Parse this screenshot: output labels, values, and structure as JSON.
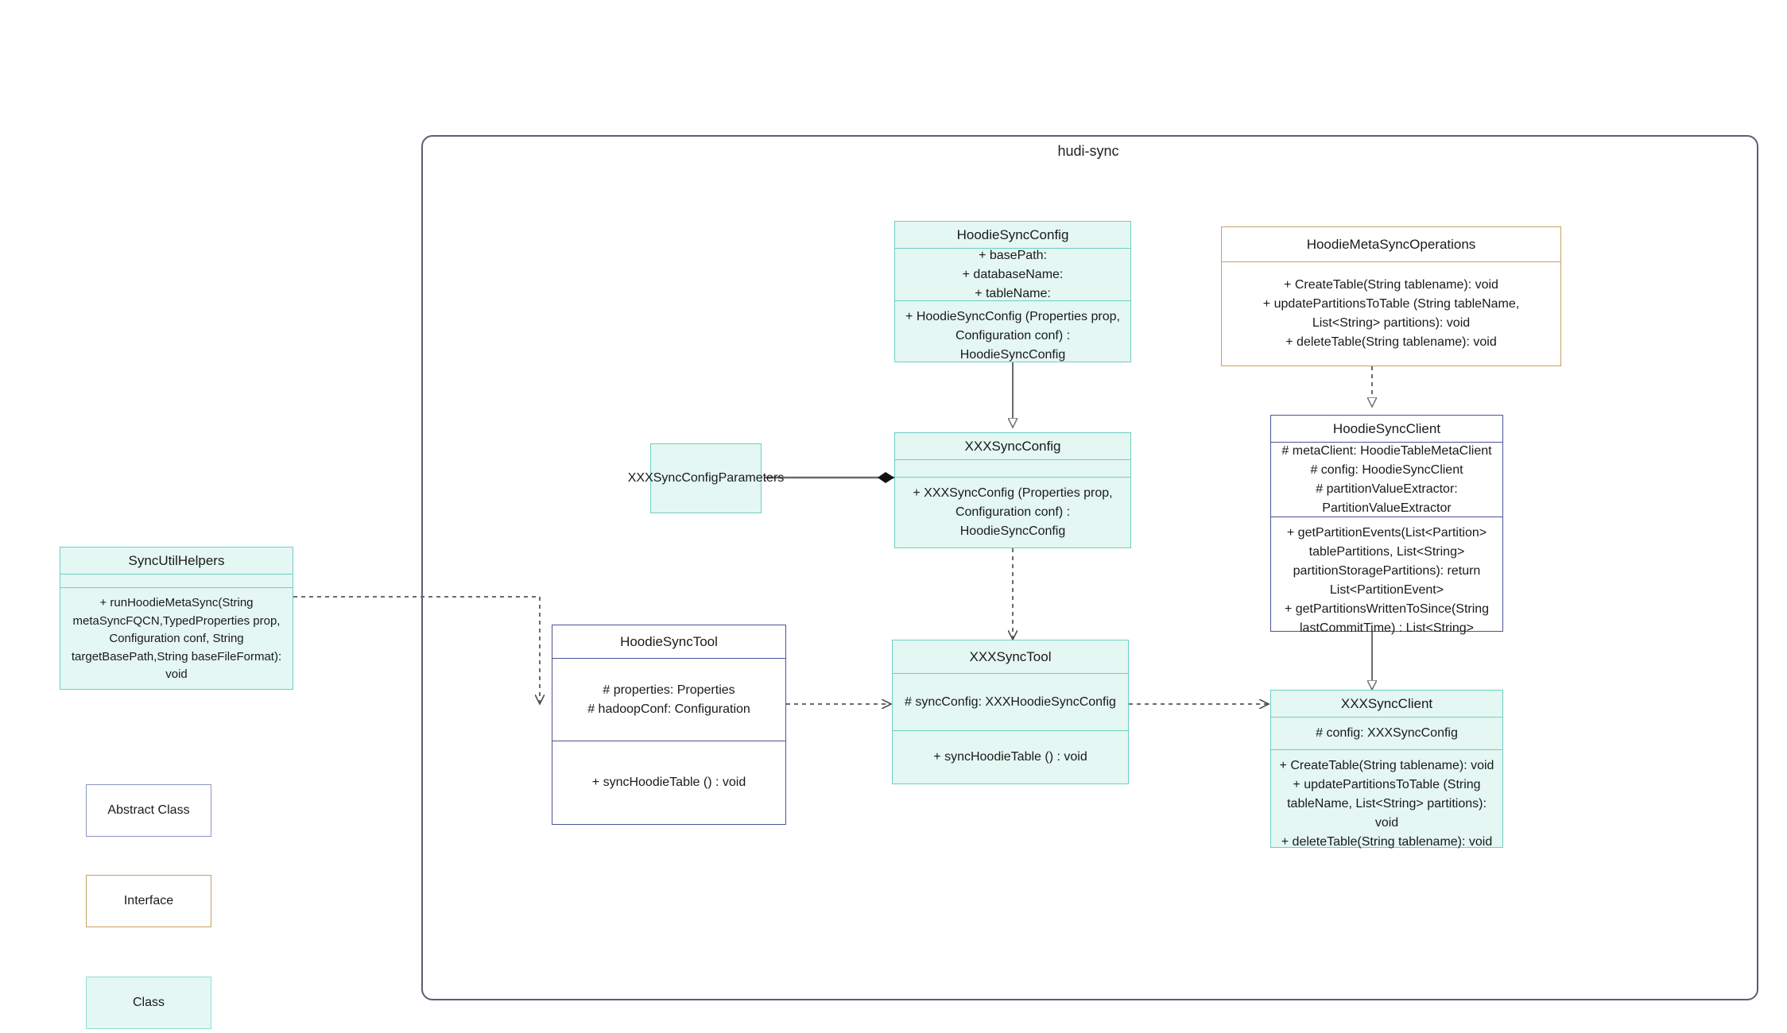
{
  "package": {
    "title": "hudi-sync"
  },
  "nodes": {
    "hoodieSyncConfig": {
      "name": "HoodieSyncConfig",
      "attributes": "+    basePath:\n+   databaseName:\n+    tableName:",
      "operations": "+   HoodieSyncConfig (Properties prop, Configuration conf) : HoodieSyncConfig"
    },
    "hoodieMetaSyncOperations": {
      "name": "HoodieMetaSyncOperations",
      "operations": "+    CreateTable(String tablename): void\n+   updatePartitionsToTable (String tableName, List<String> partitions): void\n+    deleteTable(String tablename): void"
    },
    "hoodieSyncClient": {
      "name": "HoodieSyncClient",
      "attributes": "#   metaClient: HoodieTableMetaClient\n#   config: HoodieSyncClient\n#    partitionValueExtractor: PartitionValueExtractor",
      "operations": "+   getPartitionEvents(List<Partition> tablePartitions, List<String> partitionStoragePartitions): return List<PartitionEvent>\n+   getPartitionsWrittenToSince(String lastCommitTime) : List<String>"
    },
    "xxxSyncConfig": {
      "name": "XXXSyncConfig",
      "attributes": "",
      "operations": "+   XXXSyncConfig (Properties prop, Configuration conf) : HoodieSyncConfig"
    },
    "xxxSyncConfigParameters": {
      "name": "XXXSyncConfigParameters"
    },
    "syncUtilHelpers": {
      "name": "SyncUtilHelpers",
      "attributes": "",
      "operations": "+    runHoodieMetaSync(String metaSyncFQCN,TypedProperties prop, Configuration conf, String targetBasePath,String baseFileFormat): void"
    },
    "hoodieSyncTool": {
      "name": "HoodieSyncTool",
      "attributes": "#   properties: Properties\n#   hadoopConf: Configuration",
      "operations": "+   syncHoodieTable () : void"
    },
    "xxxSyncTool": {
      "name": "XXXSyncTool",
      "attributes": "#  syncConfig: XXXHoodieSyncConfig",
      "operations": "+   syncHoodieTable () : void"
    },
    "xxxSyncClient": {
      "name": "XXXSyncClient",
      "attributes": "#   config: XXXSyncConfig",
      "operations": "+    CreateTable(String tablename): void\n+    updatePartitionsToTable (String tableName, List<String> partitions): void\n+    deleteTable(String tablename): void"
    }
  },
  "legend": {
    "abstract": "Abstract Class",
    "interface": "Interface",
    "class": "Class"
  },
  "colors": {
    "class_fill": "#e4f7f2",
    "class_border": "#6ecfc4",
    "abstract_border": "#4a5496",
    "interface_border": "#c9a063",
    "package_border": "#5a5f73",
    "edge": "#6b6b6b"
  }
}
